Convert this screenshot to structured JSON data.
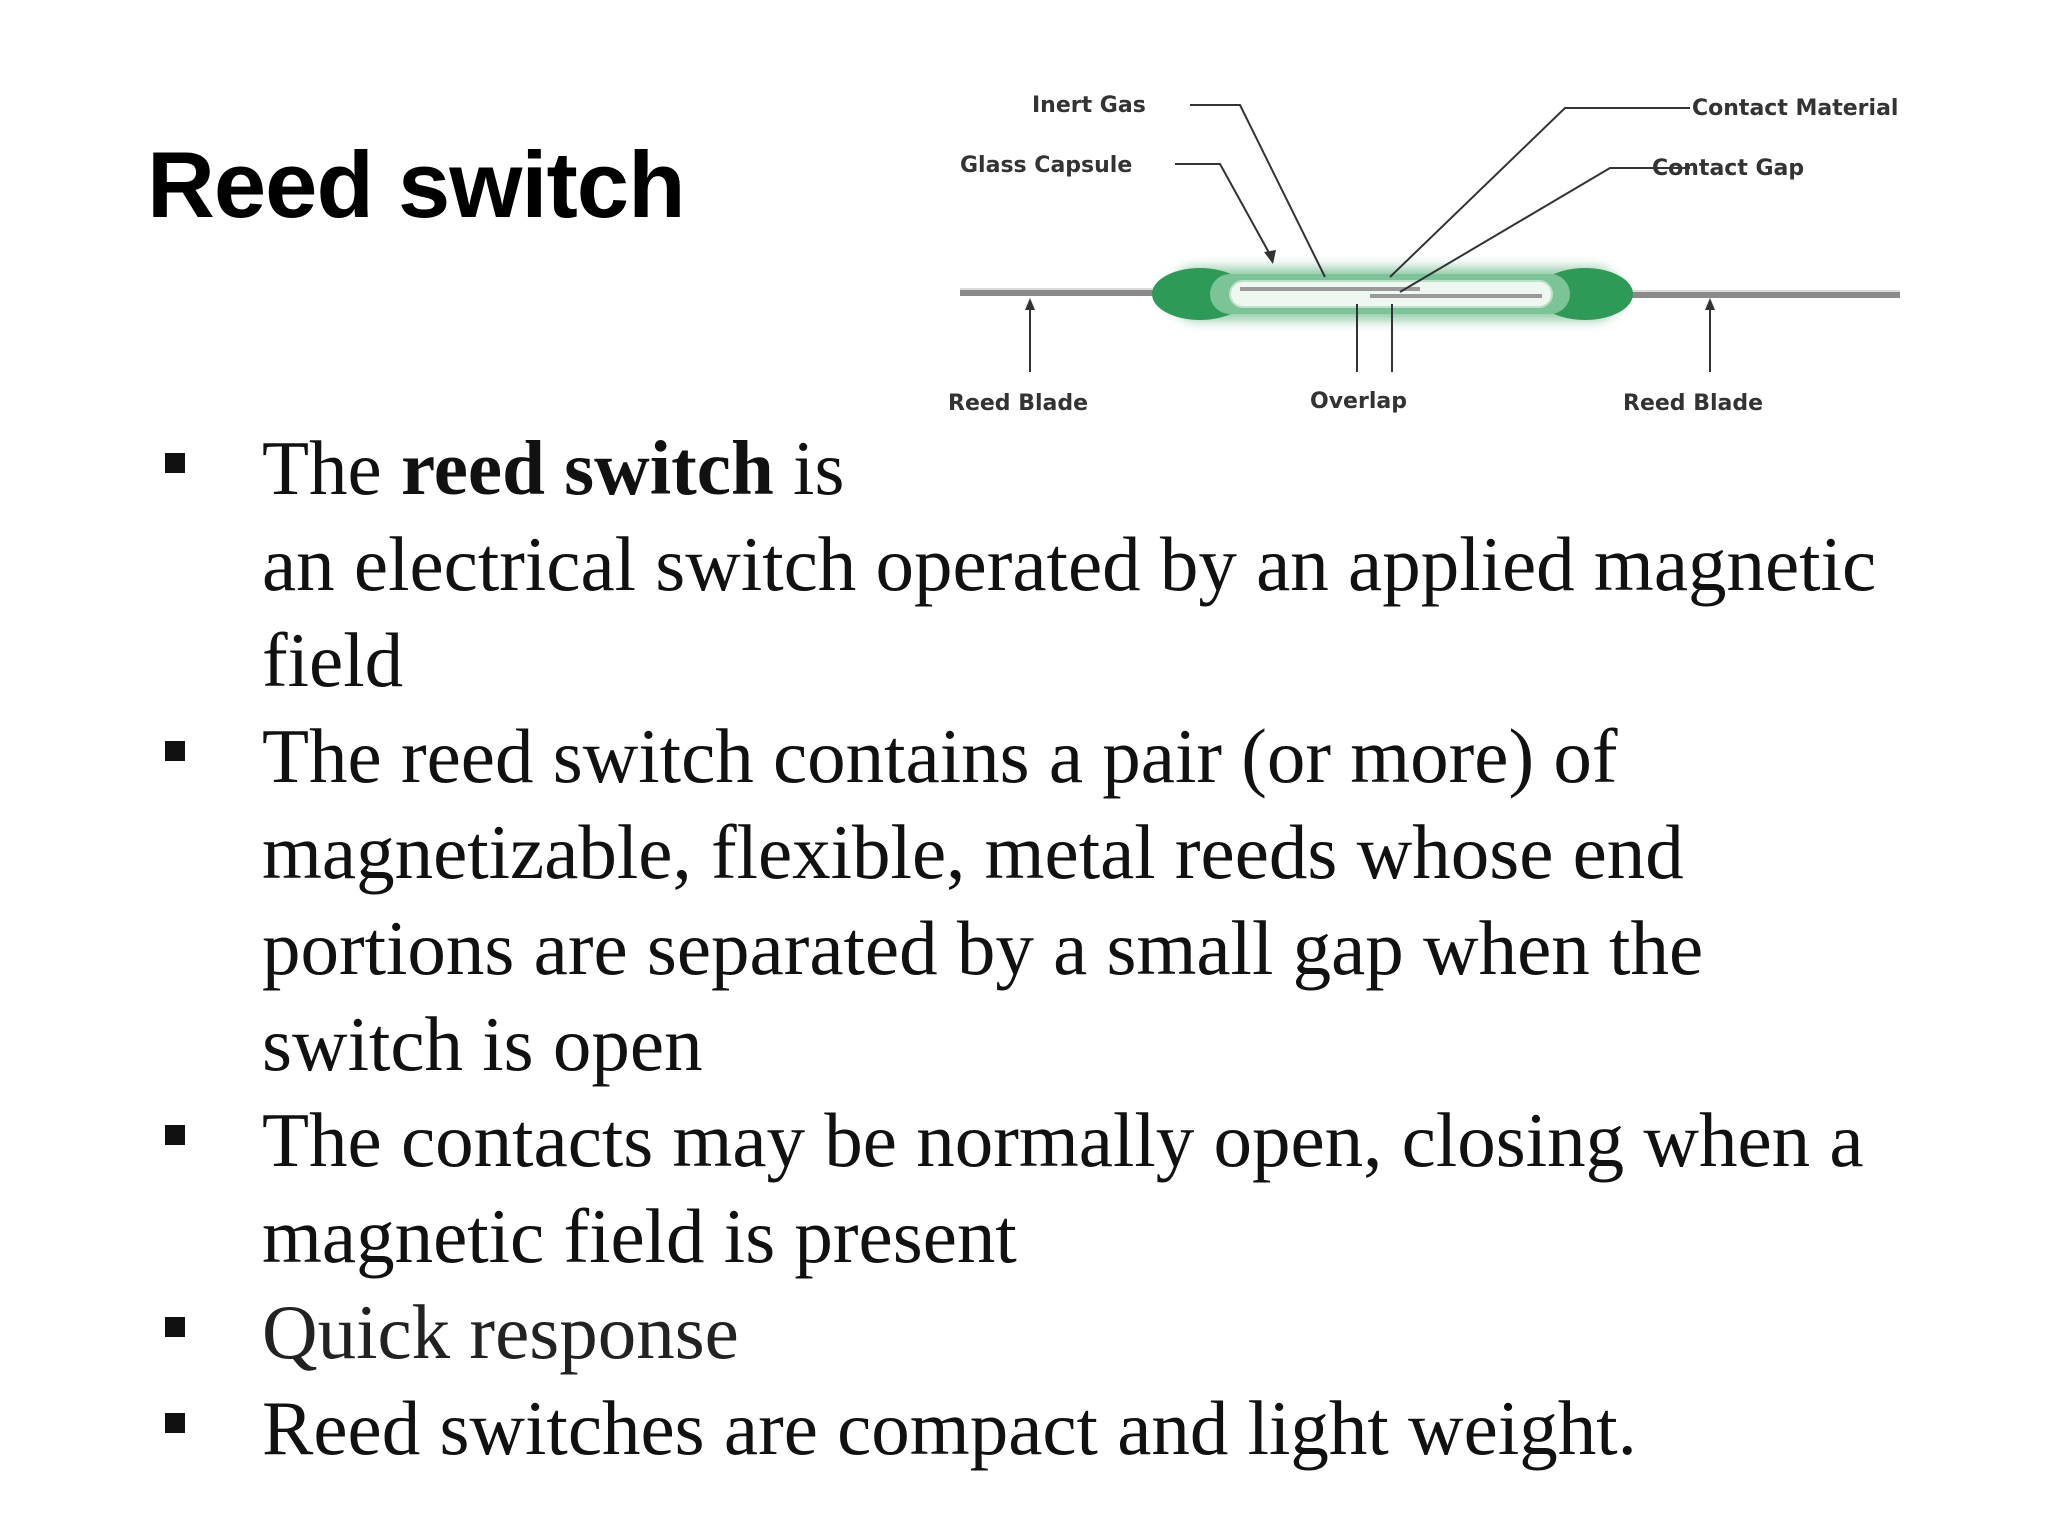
{
  "title": "Reed switch",
  "diagram": {
    "labels": {
      "inert_gas": "Inert Gas",
      "glass_capsule": "Glass Capsule",
      "contact_material": "Contact Material",
      "contact_gap": "Contact Gap",
      "reed_blade_left": "Reed Blade",
      "overlap": "Overlap",
      "reed_blade_right": "Reed Blade"
    },
    "colors": {
      "capsule": "#2e9a58",
      "blade": "#8a8a8a"
    }
  },
  "bullets": {
    "b1": {
      "pre": "The ",
      "bold": "reed switch",
      "post": " is",
      "line2": "an electrical switch operated by an applied magnetic",
      "line3": "field"
    },
    "b2": {
      "line1": "The reed switch contains a pair (or more) of",
      "line2": "magnetizable, flexible, metal reeds whose end",
      "line3": "portions are separated by a small gap when the",
      "line4": "switch is open"
    },
    "b3": {
      "line1": "The contacts may be normally open, closing when a",
      "line2": "magnetic field is present"
    },
    "b4": {
      "line1": "Quick response"
    },
    "b5": {
      "line1": "Reed switches are compact and light weight."
    }
  }
}
